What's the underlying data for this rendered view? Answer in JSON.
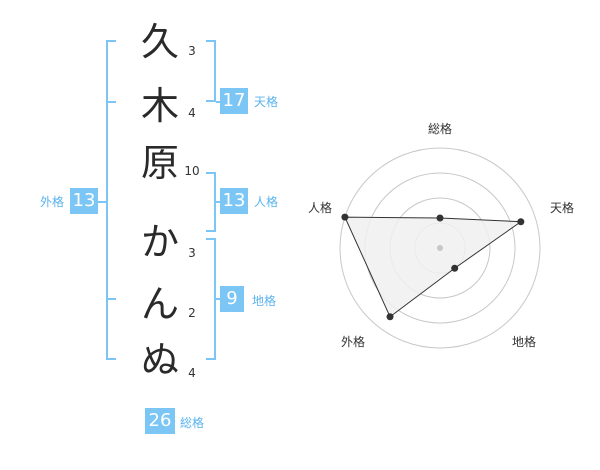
{
  "name": {
    "chars": [
      "久",
      "木",
      "原",
      "か",
      "ん",
      "ぬ"
    ],
    "strokes": [
      "3",
      "4",
      "10",
      "3",
      "2",
      "4"
    ]
  },
  "grades": {
    "tenkaku": {
      "value": "17",
      "label": "天格"
    },
    "jinkaku": {
      "value": "13",
      "label": "人格"
    },
    "chikaku": {
      "value": "9",
      "label": "地格"
    },
    "gaikaku": {
      "value": "13",
      "label": "外格"
    },
    "soukaku": {
      "value": "26",
      "label": "総格"
    }
  },
  "chart_data": {
    "type": "radar",
    "axes": [
      "総格",
      "天格",
      "地格",
      "外格",
      "人格"
    ],
    "values": [
      0.3,
      0.85,
      0.25,
      0.85,
      1.0
    ],
    "max": 1.0,
    "rings": 4,
    "colors": {
      "fill": "#f0f0f0",
      "stroke": "#333333",
      "grid": "#c8c8c8"
    }
  }
}
